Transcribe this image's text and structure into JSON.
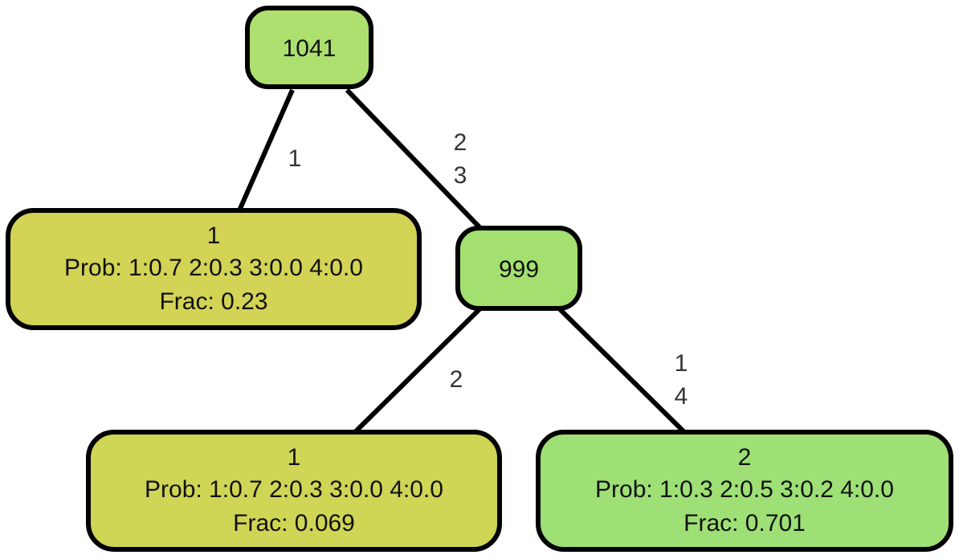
{
  "nodes": {
    "root": {
      "label": "1041",
      "fill": "#ade06e"
    },
    "mid": {
      "label": "999",
      "fill": "#a3e06f"
    },
    "leaf_left": {
      "class_label": "1",
      "prob": "Prob: 1:0.7 2:0.3 3:0.0 4:0.0",
      "frac": "Frac: 0.23",
      "fill": "#d3d355"
    },
    "leaf_bottom_left": {
      "class_label": "1",
      "prob": "Prob: 1:0.7 2:0.3 3:0.0 4:0.0",
      "frac": "Frac: 0.069",
      "fill": "#cfd555"
    },
    "leaf_bottom_right": {
      "class_label": "2",
      "prob": "Prob: 1:0.3 2:0.5 3:0.2 4:0.0",
      "frac": "Frac: 0.701",
      "fill": "#9ee075"
    }
  },
  "edges": {
    "root_to_leaf_left": {
      "lines": [
        "1"
      ]
    },
    "root_to_mid": {
      "lines": [
        "2",
        "3"
      ]
    },
    "mid_to_leaf_bottom_left": {
      "lines": [
        "2"
      ]
    },
    "mid_to_leaf_bottom_right": {
      "lines": [
        "1",
        "4"
      ]
    }
  },
  "colors": {
    "stroke": "#000000",
    "node_text": "#111111",
    "edge_text": "#333333"
  }
}
